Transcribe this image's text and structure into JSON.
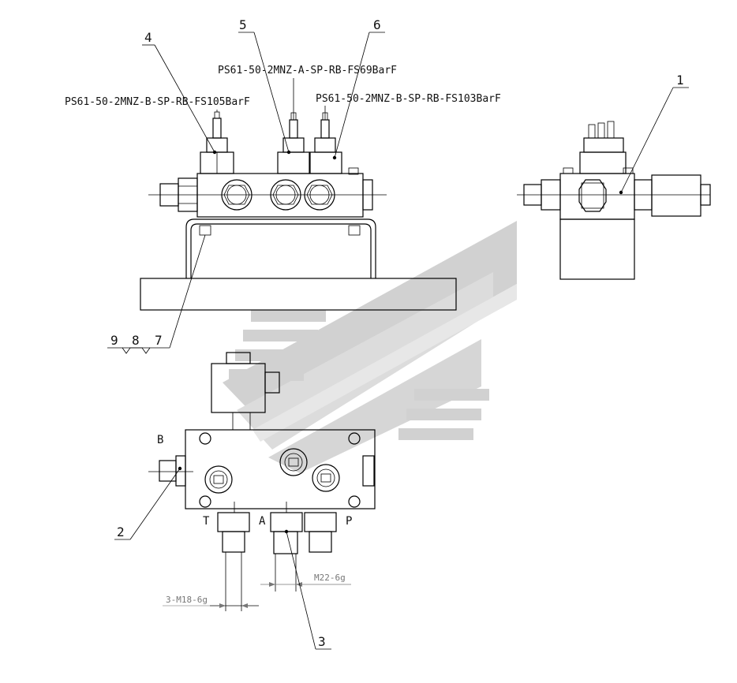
{
  "callouts": {
    "c1": "1",
    "c2": "2",
    "c3": "3",
    "c4": "4",
    "c5": "5",
    "c6": "6",
    "c7": "7",
    "c8": "8",
    "c9": "9"
  },
  "labels": {
    "sensor_a": "PS61-50-2MNZ-A-SP-RB-FS69BarF",
    "sensor_b105": "PS61-50-2MNZ-B-SP-RB-FS105BarF",
    "sensor_b103": "PS61-50-2MNZ-B-SP-RB-FS103BarF"
  },
  "ports": {
    "b": "B",
    "t": "T",
    "a": "A",
    "p": "P"
  },
  "dimensions": {
    "thread_small": "3-M18-6g",
    "thread_large": "M22-6g"
  },
  "colors": {
    "line": "#000000",
    "watermark": "#c8c8c8",
    "dimension": "#777777"
  }
}
